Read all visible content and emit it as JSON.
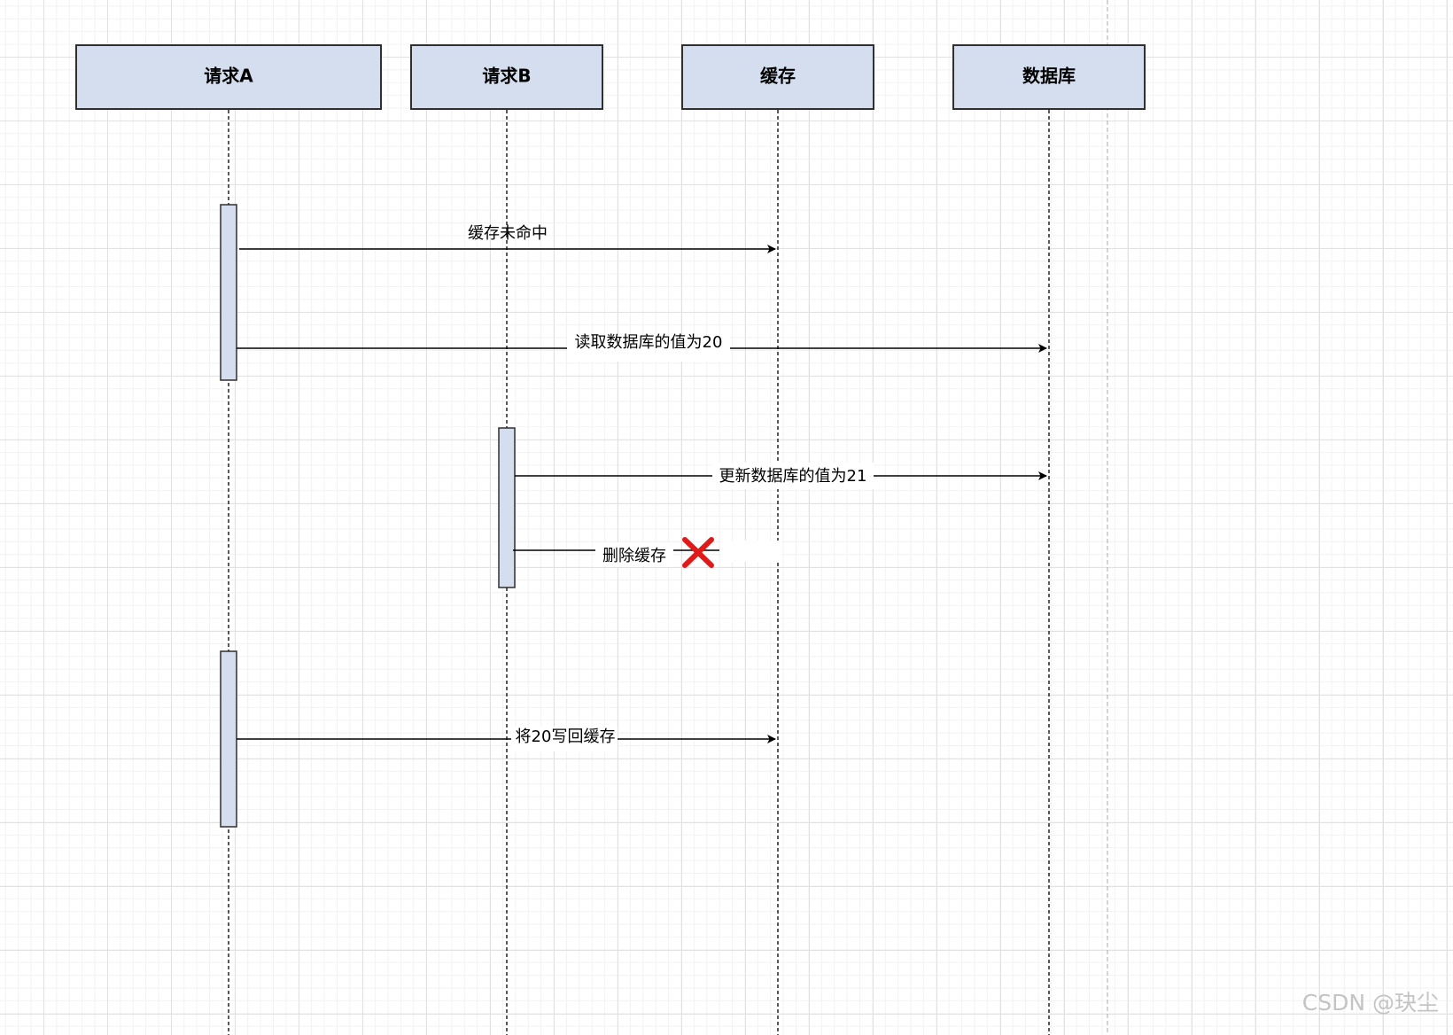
{
  "colors": {
    "box_fill": "#d5deef",
    "box_stroke": "#2f2f2f",
    "line": "#000000",
    "cross": "#e01919",
    "watermark": "#c4c4c4"
  },
  "participants": [
    {
      "id": "A",
      "label": "请求A"
    },
    {
      "id": "B",
      "label": "请求B"
    },
    {
      "id": "cache",
      "label": "缓存"
    },
    {
      "id": "db",
      "label": "数据库"
    }
  ],
  "messages": [
    {
      "label": "缓存未命中",
      "from": "A",
      "to": "cache",
      "status": "ok"
    },
    {
      "label": "读取数据库的值为20",
      "from": "A",
      "to": "db",
      "status": "ok"
    },
    {
      "label": "更新数据库的值为21",
      "from": "B",
      "to": "db",
      "status": "ok"
    },
    {
      "label": "删除缓存",
      "from": "B",
      "to": "cache",
      "status": "failed",
      "marker_icon": "cross-icon"
    },
    {
      "label": "将20写回缓存",
      "from": "A",
      "to": "cache",
      "status": "ok"
    }
  ],
  "watermark": "CSDN @玦尘"
}
